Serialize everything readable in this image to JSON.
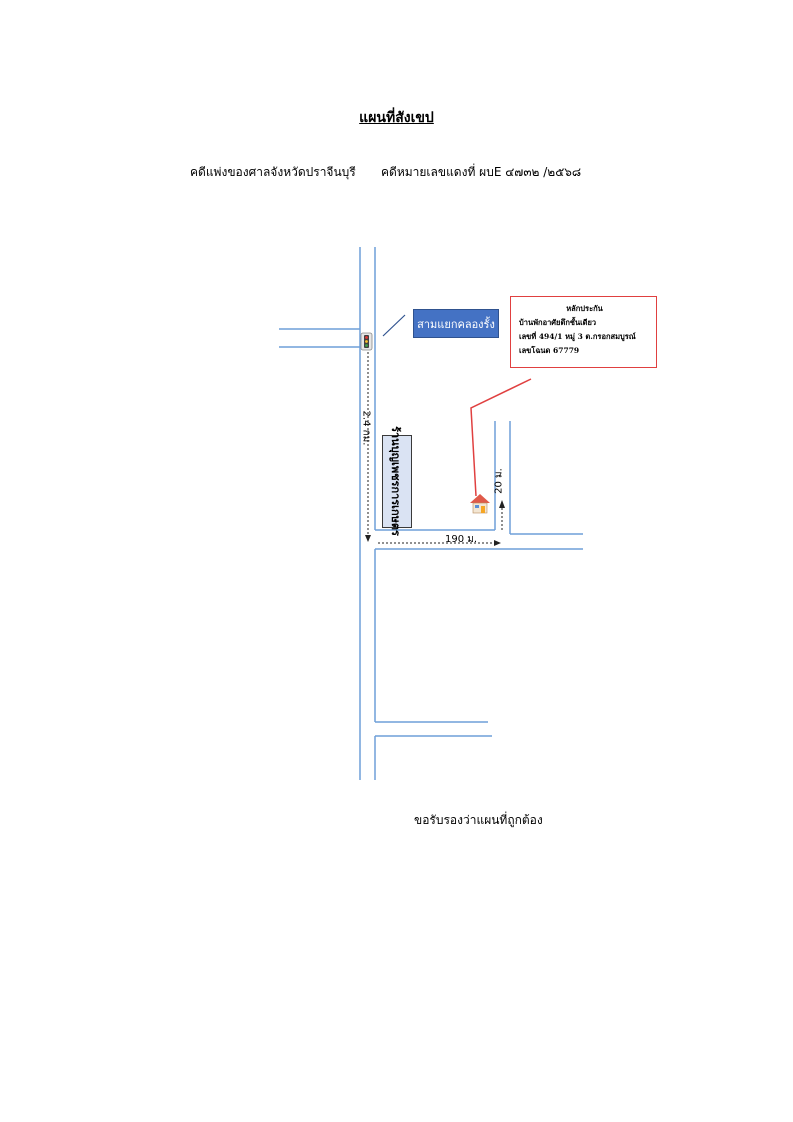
{
  "document": {
    "title": "แผนที่สังเขป",
    "court_line": "คดีแพ่งของศาลจังหวัดปราจีนบุรี",
    "case_line": "คดีหมายเลขแดงที่  ผบE ๔๗๓๒ /๒๕๖๘",
    "certify": "ขอรับรองว่าแผนที่ถูกต้อง"
  },
  "map": {
    "intersection_label": "สามแยกคลองรั้ง",
    "market_label": "ร้านบุญเพชรการเกษตร",
    "distance_vertical": "2.4 กม.",
    "distance_horizontal": "190 ม.",
    "distance_short": "20 ม.",
    "traffic_light_icon": "traffic-light-icon",
    "house_icon": "house-icon",
    "colors": {
      "road": "#6f9fd8",
      "label_box": "#4472c4",
      "market_box": "#dae3f3",
      "callout": "#e04040"
    }
  },
  "collateral": {
    "heading": "หลักประกัน",
    "type": "บ้านพักอาศัยตึกชั้นเดียว",
    "address": "เลขที่ 494/1   หมู่ 3  ต.กรอกสมบูรณ์",
    "deed": "เลขโฉนด  67779"
  }
}
